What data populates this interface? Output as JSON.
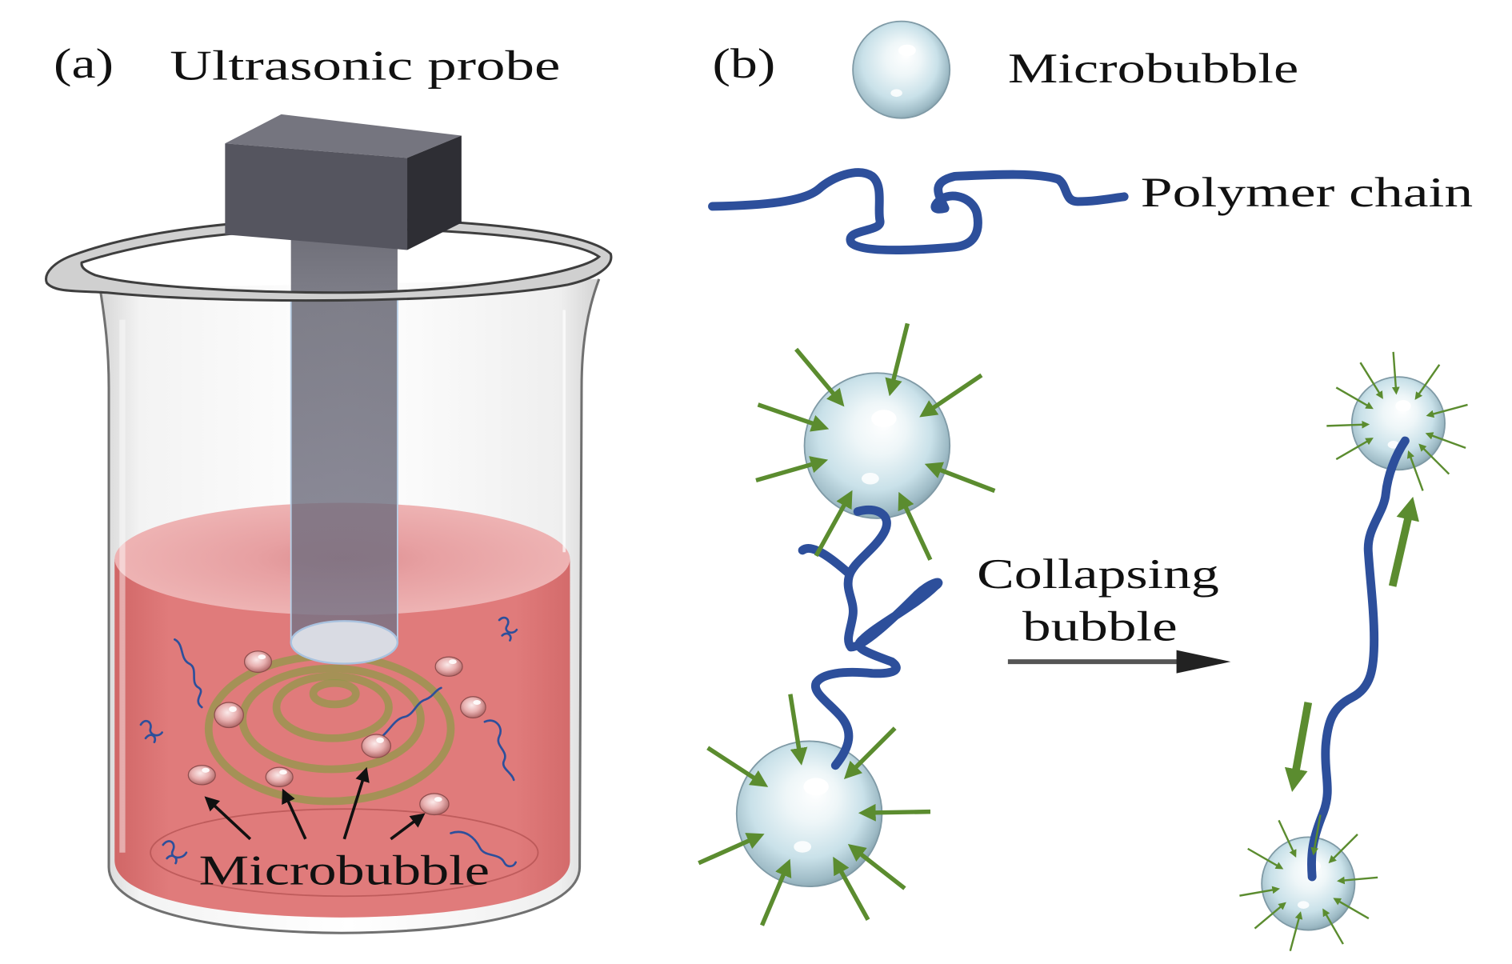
{
  "panel_a": {
    "label": "(a)",
    "title": "Ultrasonic probe",
    "bubble_label": "Microbubble"
  },
  "panel_b": {
    "label": "(b)",
    "legend_bubble": "Microbubble",
    "legend_chain": "Polymer chain",
    "collapse_label": [
      "Collapsing",
      "bubble"
    ]
  },
  "colors": {
    "polymer": "#2d4f9b",
    "force": "#5b8c2f",
    "liquid": "#e07b7b",
    "wave": "#8e9a48",
    "probe": "#55555f",
    "process": "#555555"
  }
}
